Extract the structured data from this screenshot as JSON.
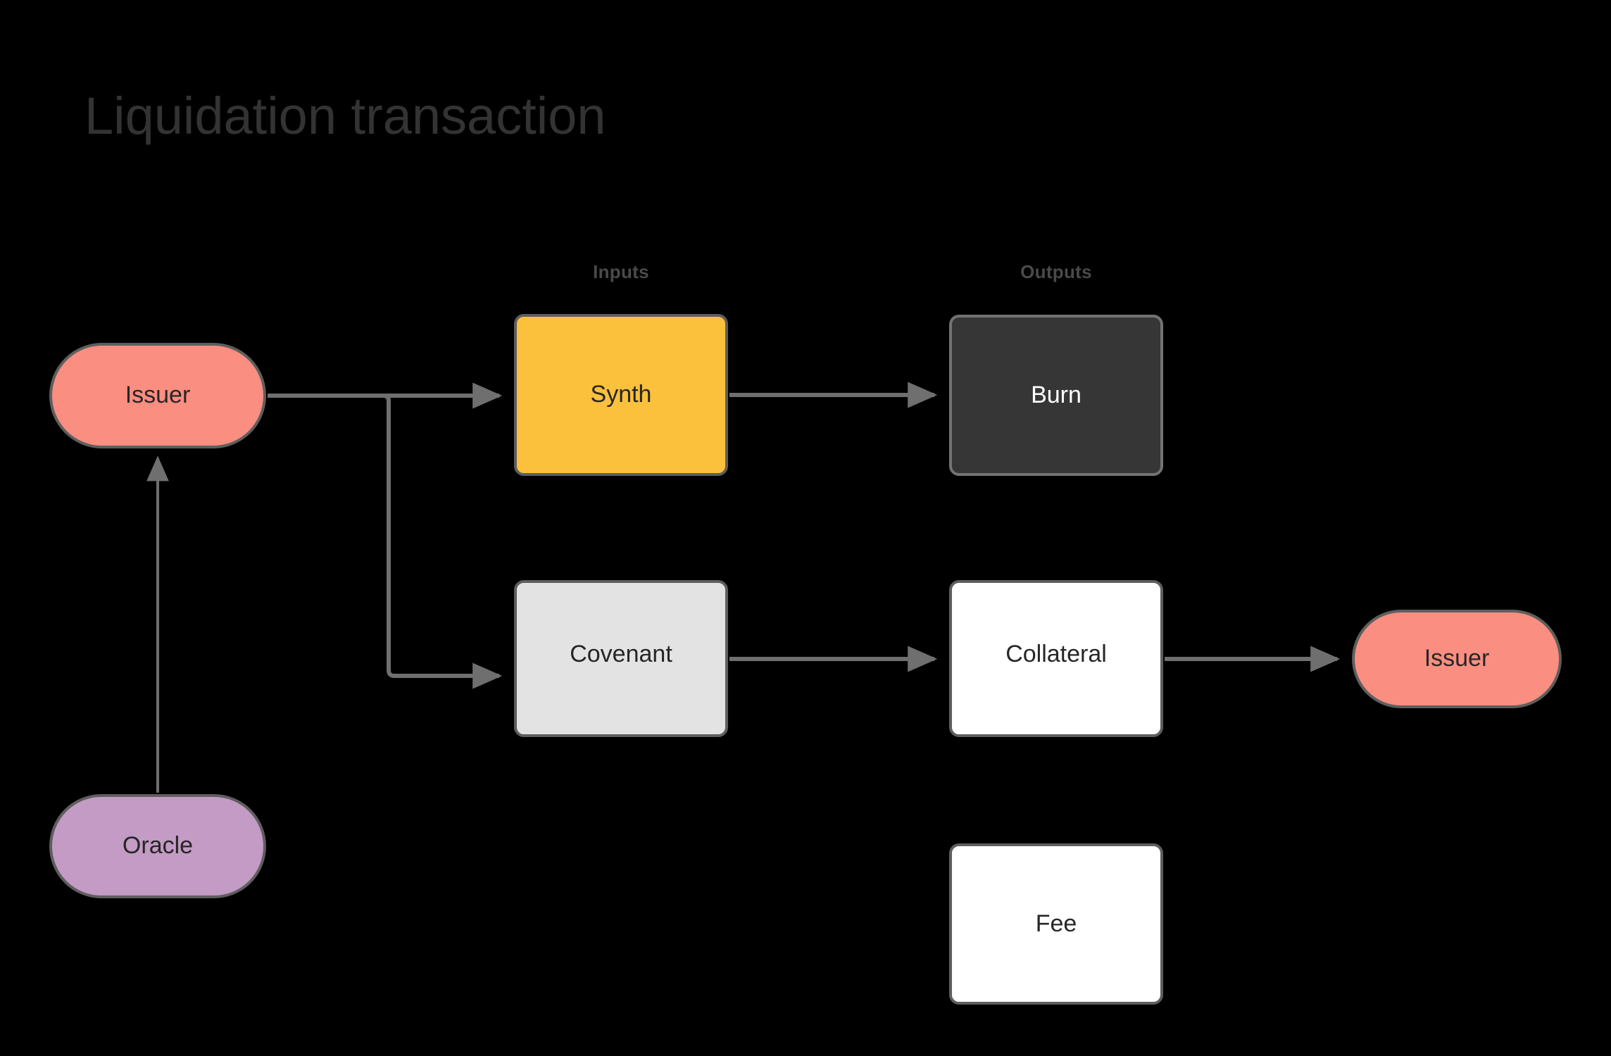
{
  "diagram": {
    "title": "Liquidation transaction",
    "type": "transaction-flow",
    "background_color": "#000000",
    "columns": {
      "inputs_label": "Inputs",
      "outputs_label": "Outputs"
    },
    "nodes": [
      {
        "id": "issuer-in",
        "label": "Issuer",
        "shape": "stadium",
        "fill": "#FA8E80",
        "border": "#5e5e5e",
        "text_color": "#262626",
        "column": "actor-left"
      },
      {
        "id": "oracle",
        "label": "Oracle",
        "shape": "stadium",
        "fill": "#C39BC4",
        "border": "#5e5e5e",
        "text_color": "#262626",
        "column": "actor-left"
      },
      {
        "id": "synth",
        "label": "Synth",
        "shape": "rect",
        "fill": "#FBC13C",
        "border": "#5e5e5e",
        "text_color": "#262626",
        "column": "inputs"
      },
      {
        "id": "covenant",
        "label": "Covenant",
        "shape": "rect",
        "fill": "#E3E3E3",
        "border": "#5e5e5e",
        "text_color": "#262626",
        "column": "inputs"
      },
      {
        "id": "burn",
        "label": "Burn",
        "shape": "rect",
        "fill": "#363636",
        "border": "#737373",
        "text_color": "#FFFFFF",
        "column": "outputs"
      },
      {
        "id": "collateral",
        "label": "Collateral",
        "shape": "rect",
        "fill": "#FFFFFF",
        "border": "#5e5e5e",
        "text_color": "#262626",
        "column": "outputs"
      },
      {
        "id": "fee",
        "label": "Fee",
        "shape": "rect",
        "fill": "#FFFFFF",
        "border": "#5e5e5e",
        "text_color": "#262626",
        "column": "outputs"
      },
      {
        "id": "issuer-out",
        "label": "Issuer",
        "shape": "stadium",
        "fill": "#FA8E80",
        "border": "#5e5e5e",
        "text_color": "#262626",
        "column": "actor-right"
      }
    ],
    "edges": [
      {
        "id": "oracle-to-issuer",
        "from": "oracle",
        "to": "issuer-in",
        "style": "straight-up",
        "arrow": true,
        "color": "#6f6f6f"
      },
      {
        "id": "issuer-to-synth",
        "from": "issuer-in",
        "to": "synth",
        "style": "orthogonal",
        "arrow": true,
        "color": "#6f6f6f"
      },
      {
        "id": "issuer-to-covenant",
        "from": "issuer-in",
        "to": "covenant",
        "style": "orthogonal",
        "arrow": true,
        "color": "#6f6f6f"
      },
      {
        "id": "synth-to-burn",
        "from": "synth",
        "to": "burn",
        "style": "straight",
        "arrow": true,
        "color": "#6f6f6f"
      },
      {
        "id": "covenant-to-collateral",
        "from": "covenant",
        "to": "collateral",
        "style": "straight",
        "arrow": true,
        "color": "#6f6f6f"
      },
      {
        "id": "collateral-to-issuer",
        "from": "collateral",
        "to": "issuer-out",
        "style": "straight",
        "arrow": true,
        "color": "#6f6f6f"
      }
    ]
  }
}
